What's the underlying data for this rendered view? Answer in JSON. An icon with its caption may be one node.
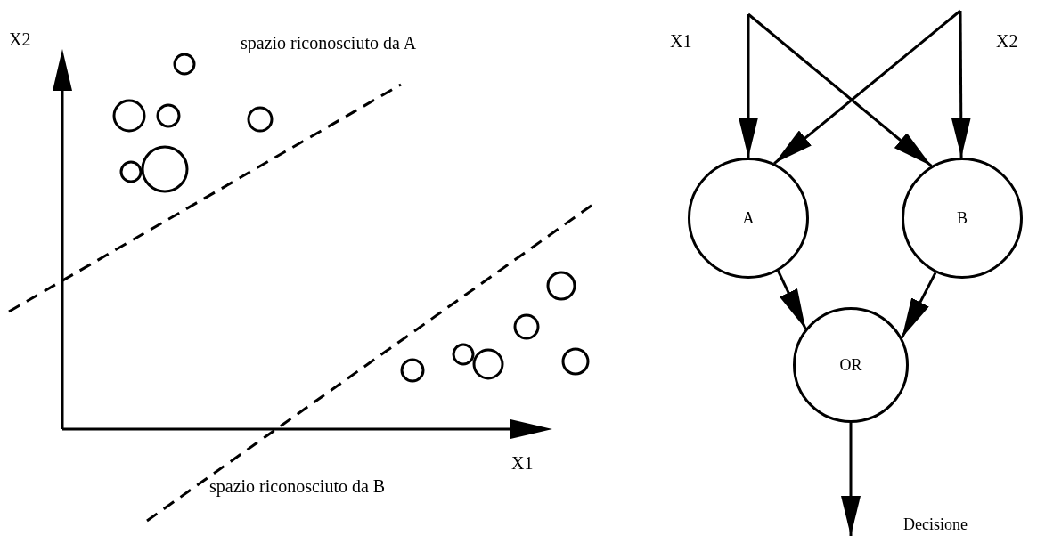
{
  "diagram": {
    "nodes": [
      {
        "text": [
          "X1"
        ]
      },
      {
        "text": [
          "X2"
        ]
      },
      {
        "text": [
          "A"
        ]
      },
      {
        "text": [
          "B"
        ]
      },
      {
        "text": [
          "OR"
        ]
      }
    ],
    "edges": [
      {
        "from": 0,
        "to": 2,
        "arrow": "to"
      },
      {
        "from": 0,
        "to": 3,
        "arrow": "to"
      },
      {
        "from": 1,
        "to": 3,
        "arrow": "to"
      },
      {
        "from": 1,
        "to": 2,
        "arrow": "to"
      },
      {
        "from": 2,
        "to": 4,
        "arrow": "to"
      },
      {
        "from": 3,
        "to": 4,
        "arrow": "to"
      },
      {
        "from": 4,
        "to": null,
        "arrow": "to",
        "label": "Decisione"
      }
    ],
    "labels": [
      "spazio riconosciuto da A",
      "X2",
      "X1",
      "spazio riconosciuto da B"
    ]
  }
}
